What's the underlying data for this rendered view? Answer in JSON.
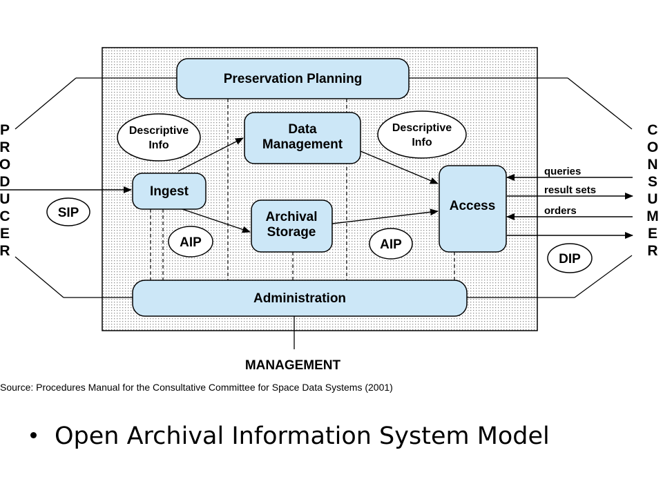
{
  "diagram": {
    "boxes": {
      "preservation_planning": "Preservation Planning",
      "data_management_line1": "Data",
      "data_management_line2": "Management",
      "ingest": "Ingest",
      "archival_storage_line1": "Archival",
      "archival_storage_line2": "Storage",
      "access": "Access",
      "administration": "Administration"
    },
    "ovals": {
      "descriptive_info_left_line1": "Descriptive",
      "descriptive_info_left_line2": "Info",
      "descriptive_info_right_line1": "Descriptive",
      "descriptive_info_right_line2": "Info",
      "sip": "SIP",
      "aip_left": "AIP",
      "aip_right": "AIP",
      "dip": "DIP"
    },
    "flows": {
      "queries": "queries",
      "result_sets": "result sets",
      "orders": "orders"
    },
    "producer_letters": [
      "P",
      "R",
      "O",
      "D",
      "U",
      "C",
      "E",
      "R"
    ],
    "consumer_letters": [
      "C",
      "O",
      "N",
      "S",
      "U",
      "M",
      "E",
      "R"
    ],
    "management": "MANAGEMENT",
    "source": "Source: Procedures Manual for the Consultative Committee for Space Data Systems (2001)"
  },
  "bullets": [
    "Open Archival Information System Model"
  ],
  "colors": {
    "box_fill": "#cce7f7",
    "dot_pattern": "#8a8a8a",
    "stroke": "#000000"
  }
}
